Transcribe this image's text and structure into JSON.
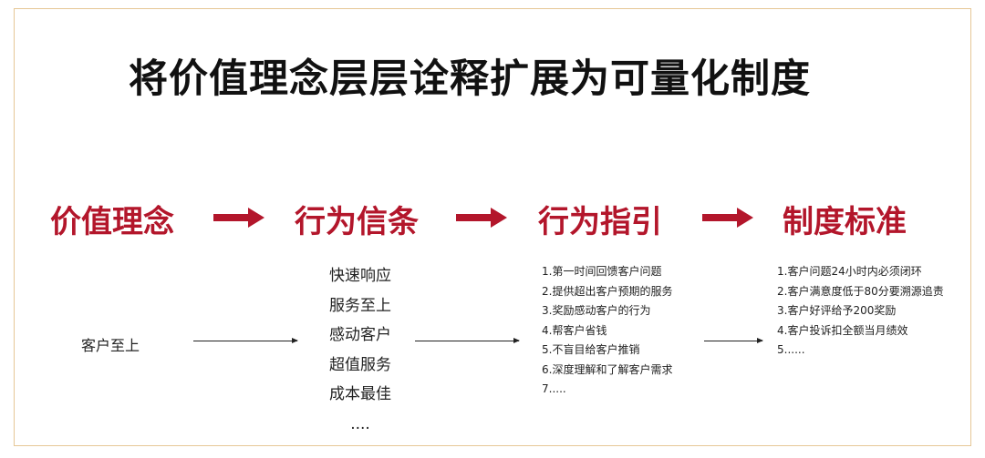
{
  "title": "将价值理念层层诠释扩展为可量化制度",
  "headers": [
    "价值理念",
    "行为信条",
    "行为指引",
    "制度标准"
  ],
  "value": "客户至上",
  "beliefs": [
    "快速响应",
    "服务至上",
    "感动客户",
    "超值服务",
    "成本最佳",
    "...."
  ],
  "guidelines": [
    "1.第一时间回馈客户问题",
    "2.提供超出客户预期的服务",
    "3.奖励感动客户的行为",
    "4.帮客户省钱",
    "5.不盲目给客户推销",
    "6.深度理解和了解客户需求",
    "7....."
  ],
  "standards": [
    "1.客户问题24小时内必须闭环",
    "2.客户满意度低于80分要溯源追责",
    "3.客户好评给予200奖励",
    "4.客户投诉扣全额当月绩效",
    "5......"
  ],
  "colors": {
    "accent": "#b3162b",
    "frame": "#e6c796"
  }
}
